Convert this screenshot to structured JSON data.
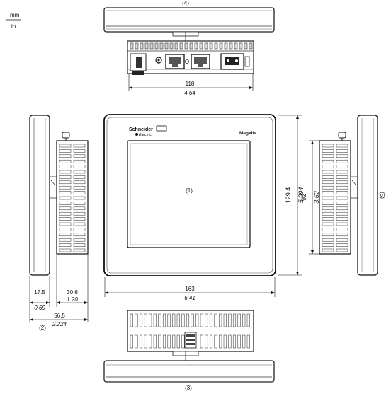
{
  "units": {
    "top": "mm",
    "bottom": "in."
  },
  "views": {
    "v1": "(1)",
    "v2": "(2)",
    "v3": "(3)",
    "v4": "(4)",
    "v5": "(5)"
  },
  "brand": {
    "line1": "Schneider",
    "line2": "Electric",
    "product": "Magelis"
  },
  "dimensions": {
    "width_top": {
      "mm": "118",
      "in": "4.64"
    },
    "width_front": {
      "mm": "163",
      "in": "6.41"
    },
    "height_front": {
      "mm": "129.4",
      "in": "5.094"
    },
    "height_side": {
      "mm": "92",
      "in": "3.62"
    },
    "depth_bezel": {
      "mm": "17.5",
      "in": "0.69"
    },
    "depth_body": {
      "mm": "30.6",
      "in": "1.20"
    },
    "depth_total": {
      "mm": "56.5",
      "in": "2.224"
    }
  }
}
